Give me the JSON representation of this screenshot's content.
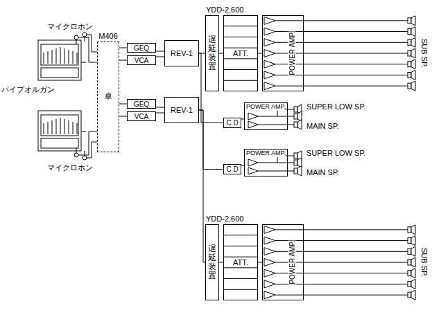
{
  "diagram": {
    "nodes": [
      {
        "text": [
          "M406",
          "卓"
        ]
      },
      {
        "text": [
          "GEQ"
        ]
      },
      {
        "text": [
          "VCA"
        ]
      },
      {
        "text": [
          "GEQ"
        ]
      },
      {
        "text": [
          "VCA"
        ]
      },
      {
        "text": [
          "REV-1"
        ]
      },
      {
        "text": [
          "REV-1"
        ]
      },
      {
        "text": [
          "YDD-2,600",
          "遅延装置"
        ]
      },
      {
        "text": [
          "ATT."
        ]
      },
      {
        "text": [
          "POWER AMP."
        ]
      },
      {
        "text": [
          "C D"
        ]
      },
      {
        "text": [
          "POWER AMP."
        ]
      },
      {
        "text": [
          "C D"
        ]
      },
      {
        "text": [
          "POWER AMP."
        ]
      },
      {
        "text": [
          "YDD-2,600",
          "遅延装置"
        ]
      },
      {
        "text": [
          "ATT."
        ]
      },
      {
        "text": [
          "POWER AMP."
        ]
      }
    ],
    "edges": [
      {
        "from": 0,
        "to": 1,
        "arrow": "none"
      },
      {
        "from": 0,
        "to": 2,
        "arrow": "none"
      },
      {
        "from": 0,
        "to": 3,
        "arrow": "none"
      },
      {
        "from": 0,
        "to": 4,
        "arrow": "none"
      },
      {
        "from": 1,
        "to": 5,
        "arrow": "none"
      },
      {
        "from": 2,
        "to": 5,
        "arrow": "none"
      },
      {
        "from": 3,
        "to": 6,
        "arrow": "none"
      },
      {
        "from": 4,
        "to": 6,
        "arrow": "none"
      },
      {
        "from": 5,
        "to": 7,
        "arrow": "none"
      },
      {
        "from": 5,
        "to": 10,
        "arrow": "none"
      },
      {
        "from": 6,
        "to": 12,
        "arrow": "none"
      },
      {
        "from": 6,
        "to": 14,
        "arrow": "none"
      },
      {
        "from": 7,
        "to": 8,
        "arrow": "none"
      },
      {
        "from": 8,
        "to": 9,
        "arrow": "none"
      },
      {
        "from": 10,
        "to": 11,
        "arrow": "none"
      },
      {
        "from": 12,
        "to": 13,
        "arrow": "none"
      },
      {
        "from": 14,
        "to": 15,
        "arrow": "none"
      },
      {
        "from": 15,
        "to": 16,
        "arrow": "none"
      }
    ],
    "labels": [
      "マイクロホン",
      "パイプオルガン",
      "マイクロホン",
      "SUB SP.",
      "SUPER LOW SP.",
      "MAIN SP.",
      "SUPER LOW SP.",
      "MAIN SP.",
      "SUB SP."
    ]
  }
}
